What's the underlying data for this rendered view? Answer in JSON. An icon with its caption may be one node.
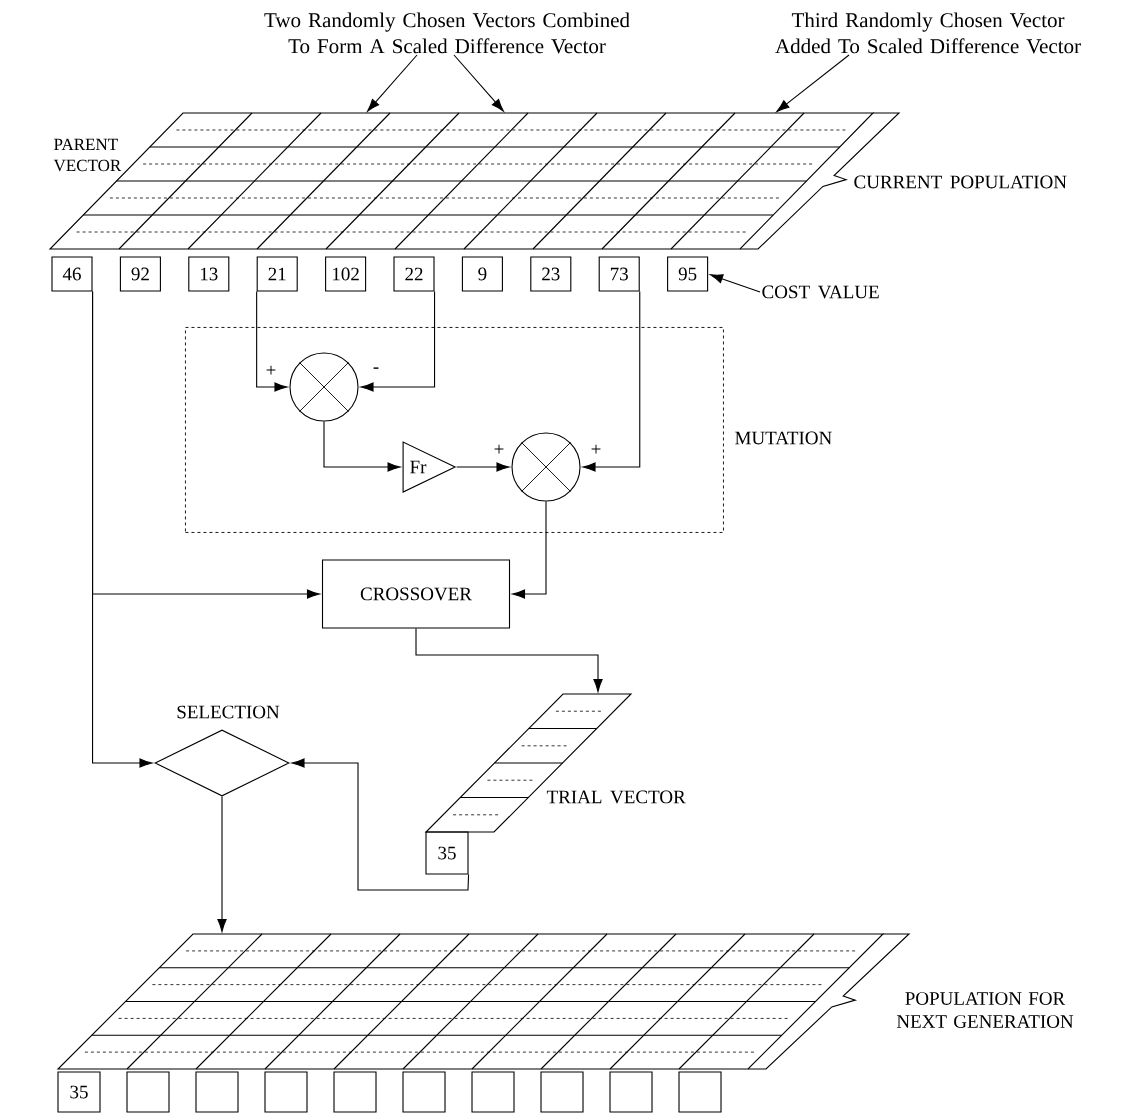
{
  "diagram": {
    "nodes": [
      {
        "text": [
          "Two Randomly Chosen Vectors Combined To Form A Scaled Difference Vector"
        ]
      },
      {
        "text": [
          "Third Randomly Chosen Vector Added To Scaled Difference Vector"
        ]
      },
      {
        "text": [],
        "shape": "grid",
        "beside": [
          "CURRENT POPULATION"
        ]
      },
      {
        "text": [
          "46"
        ]
      },
      {
        "text": [
          "92"
        ]
      },
      {
        "text": [
          "13"
        ]
      },
      {
        "text": [
          "21"
        ]
      },
      {
        "text": [
          "102"
        ]
      },
      {
        "text": [
          "22"
        ]
      },
      {
        "text": [
          "9"
        ]
      },
      {
        "text": [
          "23"
        ]
      },
      {
        "text": [
          "73"
        ]
      },
      {
        "text": [
          "95"
        ]
      },
      {
        "text": [
          "COST VALUE"
        ]
      },
      {
        "text": [
          "MUTATION"
        ]
      },
      {
        "text": [],
        "shape": "circle",
        "in": 14
      },
      {
        "text": [
          "Fr"
        ],
        "in": 14
      },
      {
        "text": [],
        "shape": "circle",
        "in": 14
      },
      {
        "text": [
          "CROSSOVER"
        ]
      },
      {
        "text": [],
        "shape": "grid",
        "beside": [
          "TRIAL VECTOR"
        ]
      },
      {
        "text": [
          "35"
        ]
      },
      {
        "text": [
          "SELECTION"
        ]
      },
      {
        "text": [],
        "shape": "grid",
        "beside": [
          "POPULATION FOR NEXT GENERATION"
        ]
      },
      {
        "text": [
          "35"
        ]
      },
      {
        "text": [],
        "shape": "box"
      },
      {
        "text": [],
        "shape": "box"
      },
      {
        "text": [],
        "shape": "box"
      },
      {
        "text": [],
        "shape": "box"
      },
      {
        "text": [],
        "shape": "box"
      },
      {
        "text": [],
        "shape": "box"
      },
      {
        "text": [],
        "shape": "box"
      },
      {
        "text": [],
        "shape": "box"
      },
      {
        "text": [],
        "shape": "box"
      }
    ],
    "edges": [
      {
        "from": 0,
        "to": 2,
        "arrow": "to"
      },
      {
        "from": 0,
        "to": 2,
        "arrow": "to"
      },
      {
        "from": 1,
        "to": 2,
        "arrow": "to"
      },
      {
        "from": 13,
        "to": 12,
        "arrow": "to"
      },
      {
        "from": 3,
        "to": 18,
        "arrow": "to"
      },
      {
        "from": 3,
        "to": 21,
        "arrow": "to"
      },
      {
        "from": 6,
        "to": 15,
        "arrow": "to",
        "label": "+"
      },
      {
        "from": 8,
        "to": 15,
        "arrow": "to",
        "label": "-"
      },
      {
        "from": 15,
        "to": 16,
        "arrow": "to"
      },
      {
        "from": 16,
        "to": 17,
        "arrow": "to",
        "label": "+"
      },
      {
        "from": 11,
        "to": 17,
        "arrow": "to",
        "label": "+"
      },
      {
        "from": 17,
        "to": 18,
        "arrow": "to"
      },
      {
        "from": 18,
        "to": 19,
        "arrow": "to"
      },
      {
        "from": 20,
        "to": 21,
        "arrow": "to"
      },
      {
        "from": 21,
        "to": 22,
        "arrow": "to"
      }
    ],
    "labels": [
      "PARENT VECTOR"
    ]
  }
}
